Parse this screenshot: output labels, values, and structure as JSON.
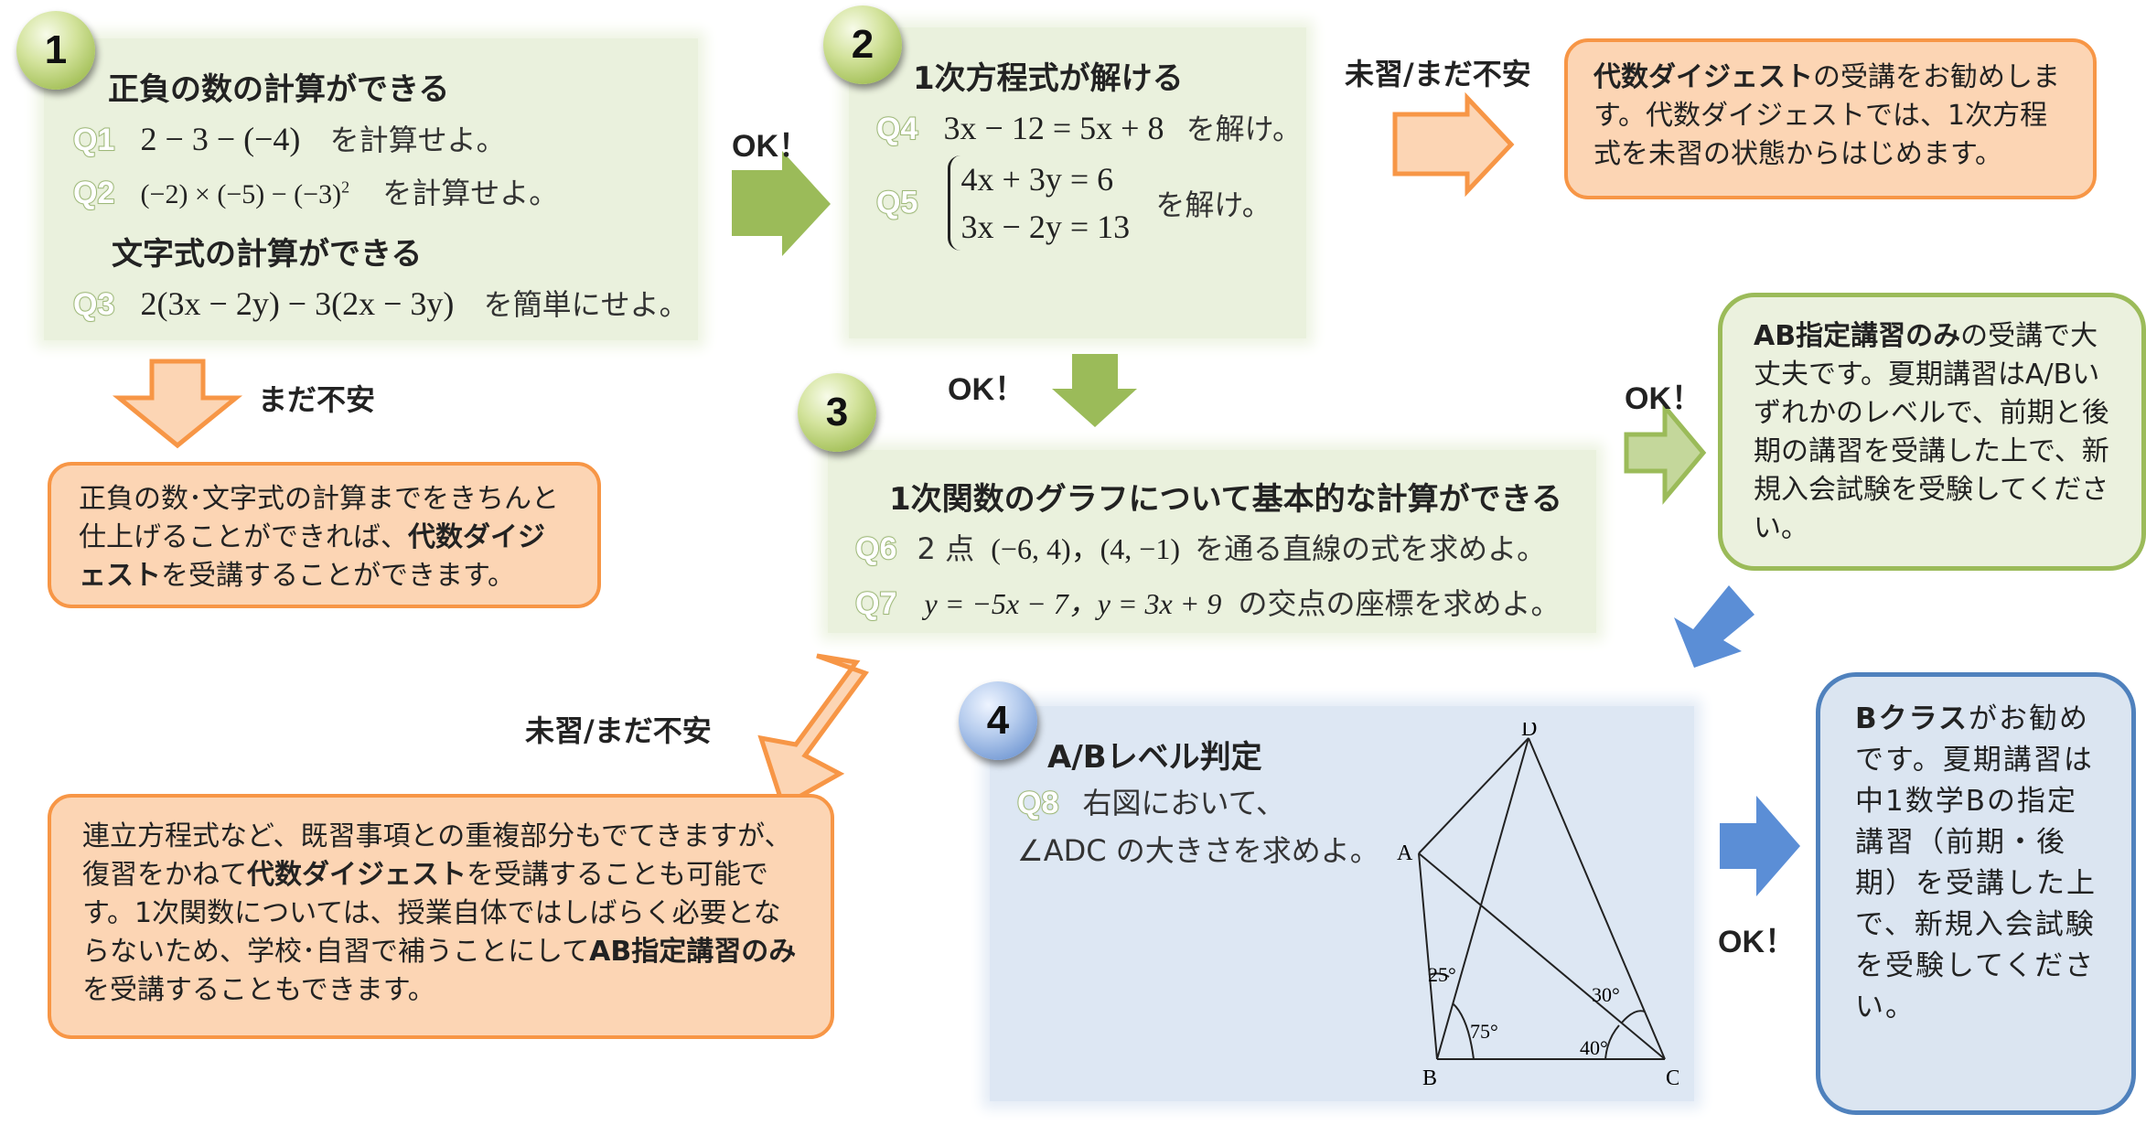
{
  "colors": {
    "green": "#9bbb59",
    "orange": "#f79646",
    "blue": "#4f81bd",
    "peach": "#fcd5b4"
  },
  "box1": {
    "num": "1",
    "heading1": "正負の数の計算ができる",
    "q1_label": "Q1",
    "q1_math": "2 − 3 − (−4)",
    "q1_text": "を計算せよ。",
    "q2_label": "Q2",
    "q2_math_a": "(−2) × (−5) − (−3)",
    "q2_exp": "2",
    "q2_text": "を計算せよ。",
    "heading2": "文字式の計算ができる",
    "q3_label": "Q3",
    "q3_math": "2(3x − 2y) − 3(2x − 3y)",
    "q3_text": "を簡単にせよ。"
  },
  "box2": {
    "num": "2",
    "heading": "1次方程式が解ける",
    "q4_label": "Q4",
    "q4_math": "3x − 12 = 5x + 8",
    "q4_text": "を解け。",
    "q5_label": "Q5",
    "q5_eq1": "4x + 3y = 6",
    "q5_eq2": "3x − 2y = 13",
    "q5_text": "を解け。"
  },
  "box3": {
    "num": "3",
    "heading": "1次関数のグラフについて基本的な計算ができる",
    "q6_label": "Q6",
    "q6_text_a": "2 点",
    "q6_math": "(−6, 4)，(4, −1)",
    "q6_text_b": "を通る直線の式を求めよ。",
    "q7_label": "Q7",
    "q7_math": "y = −5x − 7，y = 3x + 9",
    "q7_text": "の交点の座標を求めよ。"
  },
  "box4": {
    "num": "4",
    "heading": "A/Bレベル判定",
    "q8_label": "Q8",
    "q8_line1": "右図において、",
    "q8_line2": "∠ADC の大きさを求めよ。",
    "figure": {
      "A": "A",
      "B": "B",
      "C": "C",
      "D": "D",
      "angle_B_top": "25°",
      "angle_B_bottom": "75°",
      "angle_C_top": "30°",
      "angle_C_bottom": "40°"
    }
  },
  "arrow_labels": {
    "ok_1_2": "OK！",
    "ok_2_3": "OK！",
    "ok_3_ab": "OK！",
    "ok_4_b": "OK！",
    "mishu_top": "未習/まだ不安",
    "madafuan": "まだ不安",
    "mishu_mid": "未習/まだ不安"
  },
  "notes": {
    "digest_top": {
      "bold": "代数ダイジェスト",
      "rest": "の受講をお勧めします。代数ダイジェストでは、1次方程式を未習の状態からはじめます。"
    },
    "below1": {
      "part1": "正負の数･文字式の計算までをきちんと仕上げることができれば、",
      "bold": "代数ダイジェスト",
      "part2": "を受講することができます。"
    },
    "ab_only": {
      "bold": "AB指定講習のみ",
      "rest": "の受講で大丈夫です。夏期講習はA/Bいずれかのレベルで、前期と後期の講習を受講した上で、新規入会試験を受験してください。"
    },
    "bottom_left": {
      "part1": "連立方程式など、既習事項との重複部分もでてきますが、復習をかねて",
      "bold1": "代数ダイジェスト",
      "part2": "を受講することも可能です。1次関数については、授業自体ではしばらく必要とならないため、学校･自習で補うことにして",
      "bold2": "AB指定講習のみ",
      "part3": "を受講することもできます。"
    },
    "b_class": {
      "bold": "Bクラス",
      "rest": "がお勧めです。夏期講習は中1数学Bの指定講習（前期・後期）を受講した上で、新規入会試験を受験してください。"
    }
  }
}
